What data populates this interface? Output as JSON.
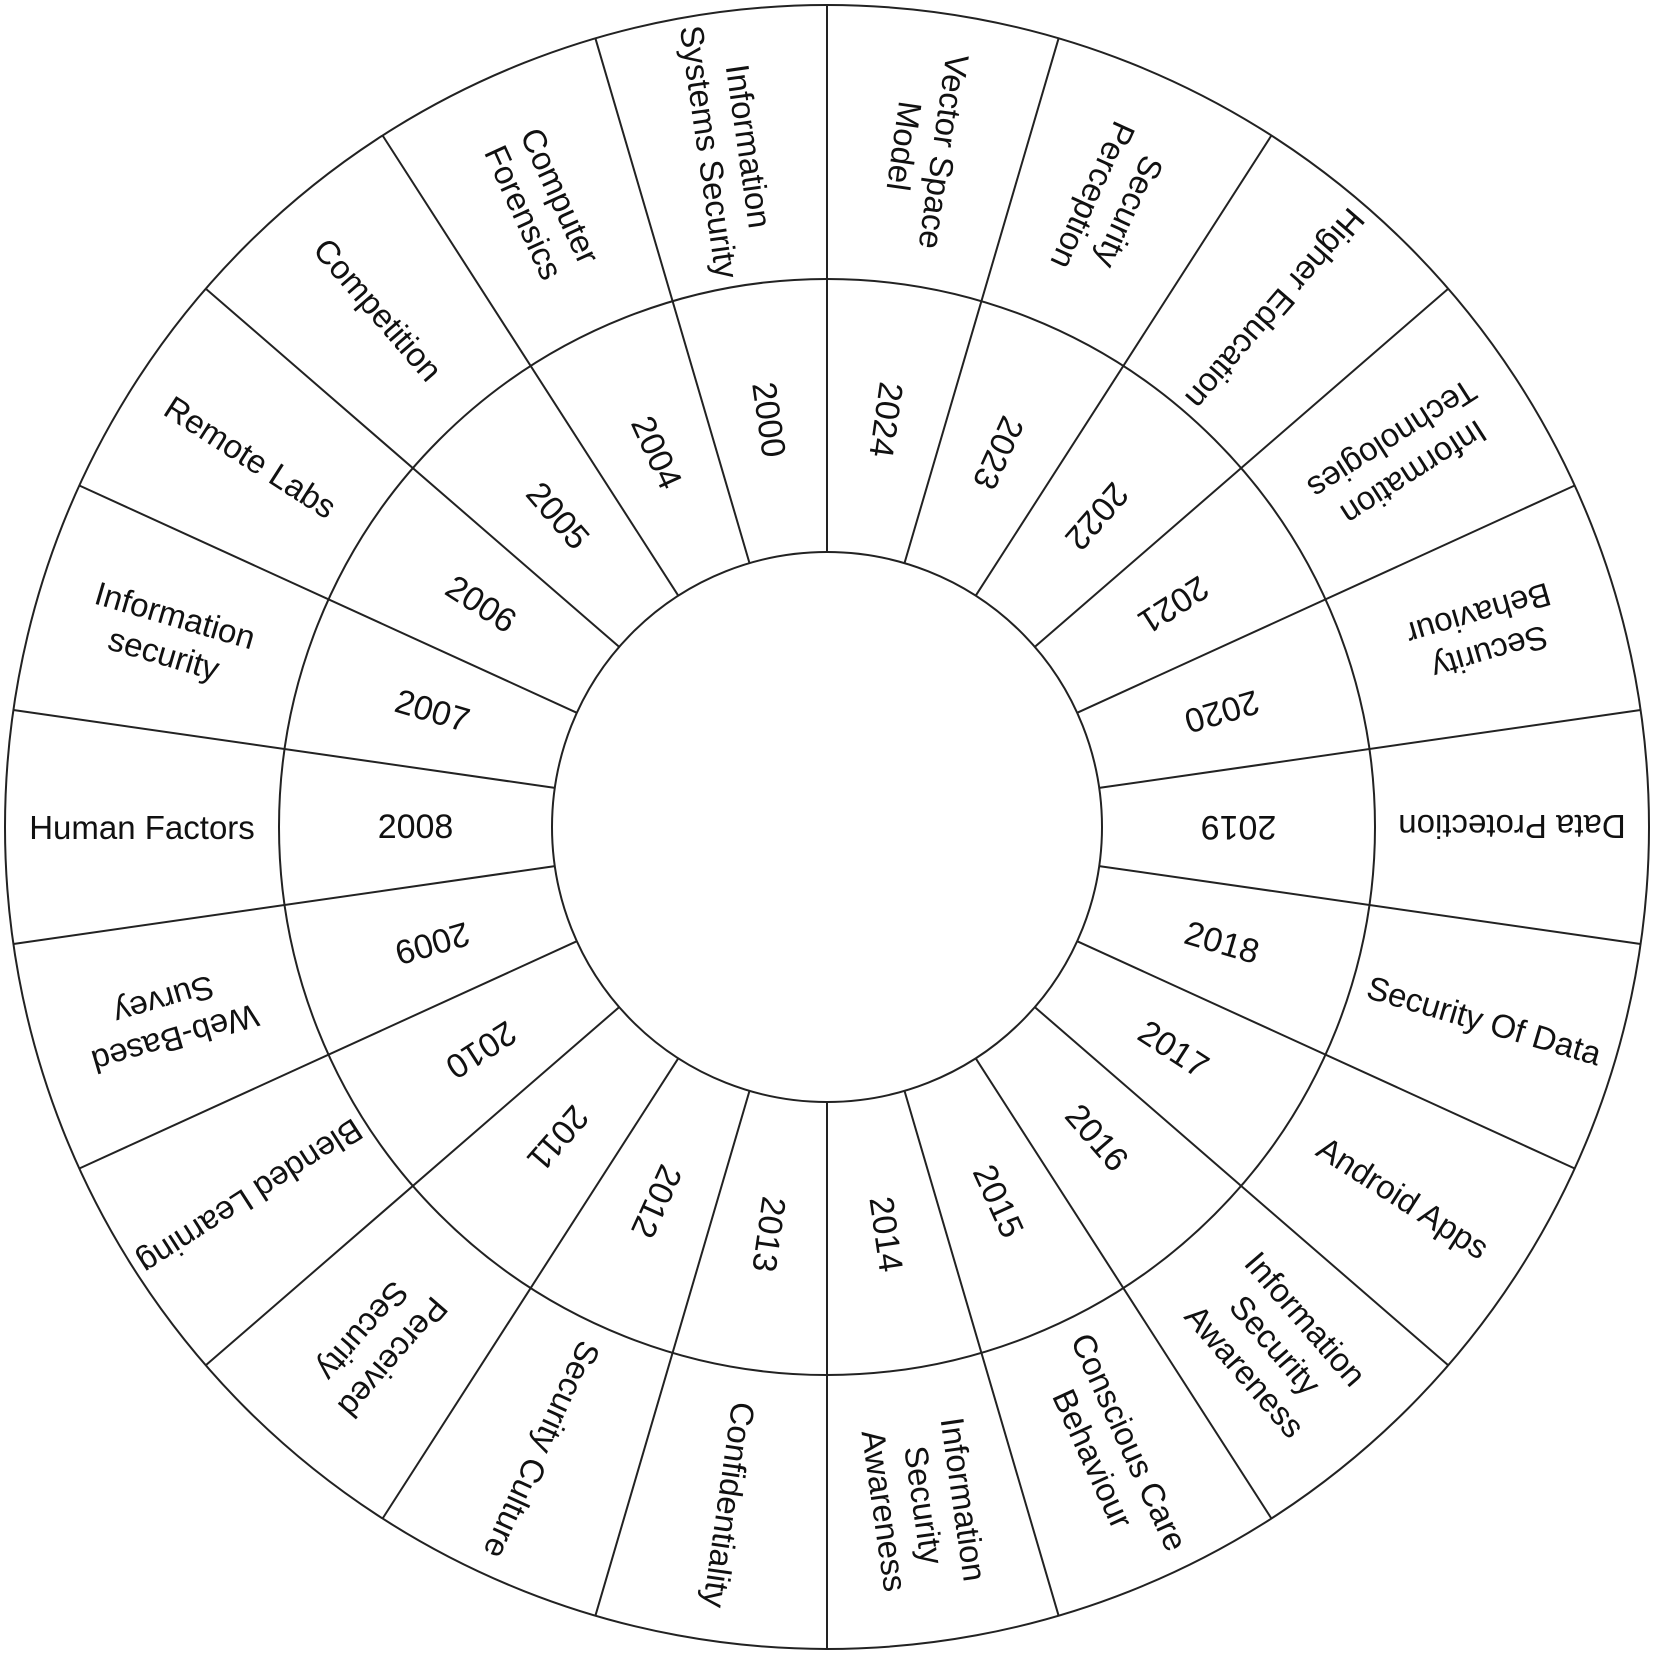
{
  "sectors": [
    {
      "year": "2024",
      "topic": [
        "Vector Space",
        "Model"
      ]
    },
    {
      "year": "2023",
      "topic": [
        "Security",
        "Perception"
      ]
    },
    {
      "year": "2022",
      "topic": [
        "Higher Education"
      ]
    },
    {
      "year": "2021",
      "topic": [
        "Information",
        "Technologies"
      ]
    },
    {
      "year": "2020",
      "topic": [
        "Security",
        "Behaviour"
      ]
    },
    {
      "year": "2019",
      "topic": [
        "Data Protection"
      ]
    },
    {
      "year": "2018",
      "topic": [
        "Security Of Data"
      ]
    },
    {
      "year": "2017",
      "topic": [
        "Android Apps"
      ]
    },
    {
      "year": "2016",
      "topic": [
        "Information",
        "Security",
        "Awareness"
      ]
    },
    {
      "year": "2015",
      "topic": [
        "Conscious Care",
        "Behaviour"
      ]
    },
    {
      "year": "2014",
      "topic": [
        "Information",
        "Security",
        "Awareness"
      ]
    },
    {
      "year": "2013",
      "topic": [
        "Confidentiality"
      ]
    },
    {
      "year": "2012",
      "topic": [
        "Security Culture"
      ]
    },
    {
      "year": "2011",
      "topic": [
        "Perceived",
        "Security"
      ]
    },
    {
      "year": "2010",
      "topic": [
        "Blended Learning"
      ]
    },
    {
      "year": "2009",
      "topic": [
        "Web-Based",
        "Survey"
      ]
    },
    {
      "year": "2008",
      "topic": [
        "Human Factors"
      ]
    },
    {
      "year": "2007",
      "topic": [
        "Information",
        "security"
      ]
    },
    {
      "year": "2006",
      "topic": [
        "Remote Labs"
      ]
    },
    {
      "year": "2005",
      "topic": [
        "Competition"
      ]
    },
    {
      "year": "2004",
      "topic": [
        "Computer",
        "Forensics"
      ]
    },
    {
      "year": "2000",
      "topic": [
        "Information",
        "Systems Security"
      ]
    }
  ],
  "colors": {
    "line": "#222222",
    "text": "#111111",
    "background": "#ffffff"
  }
}
